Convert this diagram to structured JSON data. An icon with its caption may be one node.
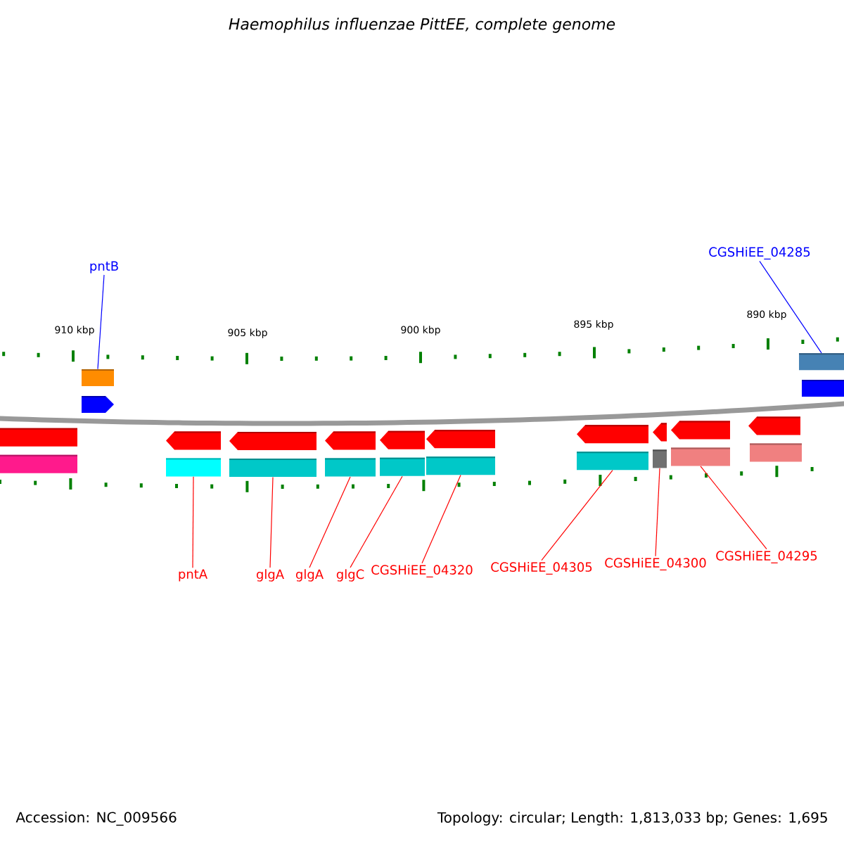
{
  "diagram": {
    "title": "*Haemophilus influenzae* PittEE, complete genome",
    "nodes": [
      {
        "text": [
          "CGSHiEE_04285"
        ]
      },
      {
        "text": [
          "pntB"
        ]
      },
      {
        "text": [
          "pntA"
        ]
      },
      {
        "text": [
          "glgA"
        ]
      },
      {
        "text": [
          "glgA"
        ]
      },
      {
        "text": [
          "glgC"
        ]
      },
      {
        "text": [
          "CGSHiEE_04320"
        ]
      },
      {
        "text": [
          "CGSHiEE_04305"
        ]
      },
      {
        "text": [
          "CGSHiEE_04300"
        ]
      },
      {
        "text": [
          "CGSHiEE_04295"
        ]
      },
      {
        "text": [],
        "shape": "arrow"
      },
      {
        "text": [],
        "shape": "arrow"
      },
      {
        "text": [],
        "shape": "arrow"
      },
      {
        "text": [],
        "shape": "arrow"
      },
      {
        "text": [],
        "shape": "arrow"
      },
      {
        "text": [],
        "shape": "arrow"
      },
      {
        "text": [],
        "shape": "arrow"
      },
      {
        "text": [],
        "shape": "arrow"
      },
      {
        "text": [],
        "shape": "arrow"
      },
      {
        "text": [],
        "shape": "arrow"
      },
      {
        "text": [],
        "shape": "arrow"
      },
      {
        "text": [],
        "shape": "arrow"
      }
    ],
    "edges": [
      {
        "from": 0,
        "to": 21,
        "arrow": "none",
        "color": "#0000ff"
      },
      {
        "from": 1,
        "to": 11,
        "arrow": "none",
        "color": "#0000ff"
      },
      {
        "from": 2,
        "to": 12,
        "arrow": "none"
      },
      {
        "from": 3,
        "to": 13,
        "arrow": "none"
      },
      {
        "from": 4,
        "to": 14,
        "arrow": "none"
      },
      {
        "from": 5,
        "to": 15,
        "arrow": "none"
      },
      {
        "from": 6,
        "to": 16,
        "arrow": "none"
      },
      {
        "from": 7,
        "to": 17,
        "arrow": "none"
      },
      {
        "from": 8,
        "to": 18,
        "arrow": "none"
      },
      {
        "from": 9,
        "to": 19,
        "arrow": "none"
      }
    ],
    "labels": [
      "910 kbp",
      "905 kbp",
      "900 kbp",
      "895 kbp",
      "890 kbp",
      "Accession: NC_009566",
      "Topology: circular; Length: 1,813,033 bp; Genes: 1,695"
    ]
  }
}
